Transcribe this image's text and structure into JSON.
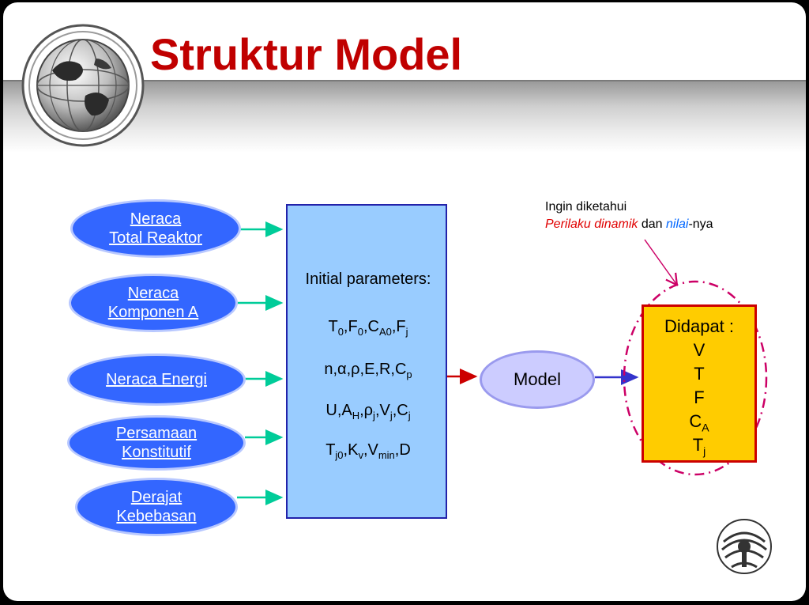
{
  "slide": {
    "title": "Struktur Model"
  },
  "left_items": [
    {
      "line1": "Neraca ",
      "line2": "Total Reaktor"
    },
    {
      "line1": "Neraca ",
      "line2": "Komponen A"
    },
    {
      "line1": "Neraca Energi",
      "line2": ""
    },
    {
      "line1": "Persamaan ",
      "line2": "Konstitutif"
    },
    {
      "line1": "Derajat ",
      "line2": "Kebebasan"
    }
  ],
  "initial_box": {
    "title": "Initial parameters:",
    "rows": [
      {
        "parts": [
          "T",
          "0",
          ",F",
          "0",
          ",C",
          "A0",
          ",F",
          "j"
        ]
      },
      {
        "parts": [
          "n,α,ρ,E,R,C",
          "p"
        ]
      },
      {
        "parts": [
          "U,A",
          "H",
          ",ρ",
          "j",
          ",V",
          "j",
          ",C",
          "j"
        ]
      },
      {
        "parts": [
          "T",
          "j0",
          ",K",
          "v",
          ",V",
          "min",
          ",D"
        ]
      }
    ]
  },
  "model": {
    "label": "Model"
  },
  "result": {
    "title": "Didapat :",
    "items": [
      {
        "base": "V",
        "sub": ""
      },
      {
        "base": "T",
        "sub": ""
      },
      {
        "base": "F",
        "sub": ""
      },
      {
        "base": "C",
        "sub": "A"
      },
      {
        "base": "T",
        "sub": "j"
      }
    ]
  },
  "note": {
    "line1": "Ingin diketahui",
    "part_red": "Perilaku dinamik",
    "part_mid": " dan ",
    "part_blue": "nilai",
    "part_end": "-nya"
  },
  "colors": {
    "title": "#c00000",
    "left_ellipse": "#3366ff",
    "initial_box": "#99ccff",
    "model_ellipse": "#ccccff",
    "result_box": "#ffcc00",
    "arrow_green": "#00cc99",
    "arrow_red": "#cc0000",
    "arrow_blue": "#3333cc",
    "dashed_circle": "#cc0066"
  }
}
